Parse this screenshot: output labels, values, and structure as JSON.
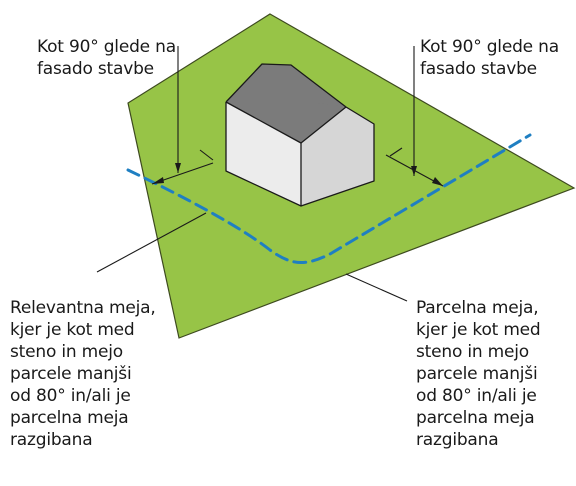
{
  "labels": {
    "angle_left": [
      "Kot 90° glede na",
      "fasado stavbe"
    ],
    "angle_right": [
      "Kot 90° glede na",
      "fasado stavbe"
    ],
    "relevant_boundary": [
      "Relevantna meja,",
      "kjer je kot med",
      "steno in mejo",
      "parcele manjši",
      "od 80° in/ali je",
      "parcelna meja",
      "razgibana"
    ],
    "parcel_boundary": [
      "Parcelna meja,",
      "kjer je kot med",
      "steno in mejo",
      "parcele manjši",
      "od 80° in/ali je",
      "parcelna meja",
      "razgibana"
    ]
  },
  "colors": {
    "parcel_fill": "#97c447",
    "parcel_stroke": "#3d4a1f",
    "boundary_dash": "#1f7fc2",
    "roof_dark": "#7b7b7b",
    "wall_light": "#ececec",
    "wall_mid": "#d6d6d6",
    "ink": "#1a1a1a"
  }
}
